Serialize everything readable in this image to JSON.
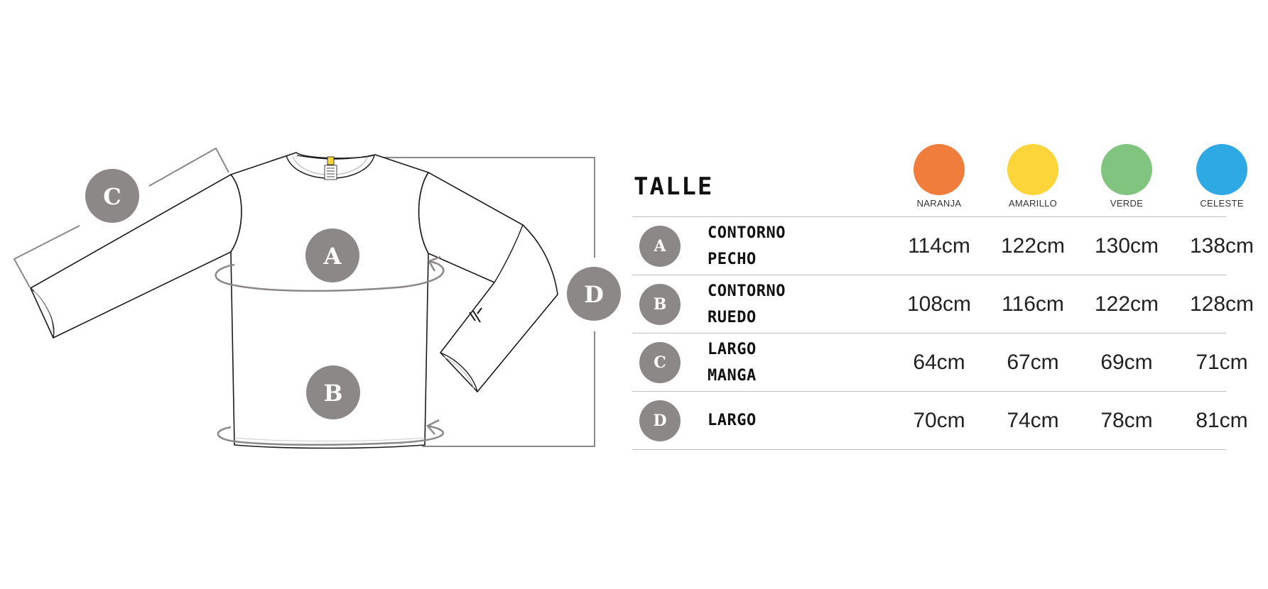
{
  "diagram": {
    "markers": {
      "a": "A",
      "b": "B",
      "c": "C",
      "d": "D"
    },
    "colors": {
      "outline": "#1a1a1a",
      "measure": "#8c8888",
      "marker": "#8c8888",
      "tag": "#f5d33a"
    }
  },
  "table": {
    "title": "TALLE",
    "sizes": [
      {
        "name": "NARANJA",
        "color": "#f07d3c"
      },
      {
        "name": "AMARILLO",
        "color": "#fcd53b"
      },
      {
        "name": "VERDE",
        "color": "#80c480"
      },
      {
        "name": "CELESTE",
        "color": "#2ea9e3"
      }
    ],
    "rows": [
      {
        "letter": "A",
        "label_line1": "CONTORNO",
        "label_line2": "PECHO",
        "values": [
          "114cm",
          "122cm",
          "130cm",
          "138cm"
        ]
      },
      {
        "letter": "B",
        "label_line1": "CONTORNO",
        "label_line2": "RUEDO",
        "values": [
          "108cm",
          "116cm",
          "122cm",
          "128cm"
        ]
      },
      {
        "letter": "C",
        "label_line1": "LARGO",
        "label_line2": "MANGA",
        "values": [
          "64cm",
          "67cm",
          "69cm",
          "71cm"
        ]
      },
      {
        "letter": "D",
        "label_line1": "LARGO",
        "label_line2": "",
        "values": [
          "70cm",
          "74cm",
          "78cm",
          "81cm"
        ]
      }
    ]
  }
}
